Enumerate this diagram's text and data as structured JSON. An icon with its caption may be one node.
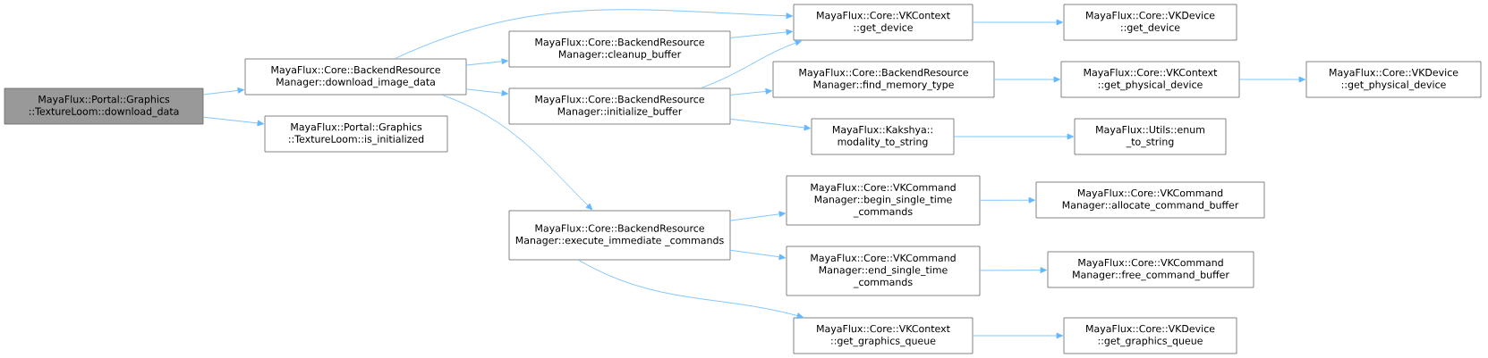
{
  "diagram": {
    "nodes": [
      {
        "text": [
          "MayaFlux::Portal::Graphics ::TextureLoom::download_data"
        ]
      },
      {
        "text": [
          "MayaFlux::Core::BackendResource Manager::download_image_data"
        ]
      },
      {
        "text": [
          "MayaFlux::Portal::Graphics ::TextureLoom::is_initialized"
        ]
      },
      {
        "text": [
          "MayaFlux::Core::BackendResource Manager::cleanup_buffer"
        ]
      },
      {
        "text": [
          "MayaFlux::Core::BackendResource Manager::initialize_buffer"
        ]
      },
      {
        "text": [
          "MayaFlux::Core::BackendResource Manager::execute_immediate _commands"
        ]
      },
      {
        "text": [
          "MayaFlux::Core::VKContext ::get_device"
        ]
      },
      {
        "text": [
          "MayaFlux::Core::BackendResource Manager::find_memory_type"
        ]
      },
      {
        "text": [
          "MayaFlux::Kakshya:: modality_to_string"
        ]
      },
      {
        "text": [
          "MayaFlux::Core::VKCommand Manager::begin_single_time _commands"
        ]
      },
      {
        "text": [
          "MayaFlux::Core::VKCommand Manager::end_single_time _commands"
        ]
      },
      {
        "text": [
          "MayaFlux::Core::VKContext ::get_graphics_queue"
        ]
      },
      {
        "text": [
          "MayaFlux::Core::VKDevice ::get_device"
        ]
      },
      {
        "text": [
          "MayaFlux::Core::VKContext ::get_physical_device"
        ]
      },
      {
        "text": [
          "MayaFlux::Utils::enum _to_string"
        ]
      },
      {
        "text": [
          "MayaFlux::Core::VKCommand Manager::allocate_command_buffer"
        ]
      },
      {
        "text": [
          "MayaFlux::Core::VKCommand Manager::free_command_buffer"
        ]
      },
      {
        "text": [
          "MayaFlux::Core::VKDevice ::get_graphics_queue"
        ]
      },
      {
        "text": [
          "MayaFlux::Core::VKDevice ::get_physical_device"
        ]
      }
    ],
    "edges": [
      {
        "from": 0,
        "to": 1,
        "arrow": "to"
      },
      {
        "from": 0,
        "to": 2,
        "arrow": "to"
      },
      {
        "from": 1,
        "to": 6,
        "arrow": "to"
      },
      {
        "from": 1,
        "to": 3,
        "arrow": "to"
      },
      {
        "from": 1,
        "to": 4,
        "arrow": "to"
      },
      {
        "from": 1,
        "to": 5,
        "arrow": "to"
      },
      {
        "from": 3,
        "to": 6,
        "arrow": "to"
      },
      {
        "from": 4,
        "to": 6,
        "arrow": "to"
      },
      {
        "from": 4,
        "to": 7,
        "arrow": "to"
      },
      {
        "from": 4,
        "to": 8,
        "arrow": "to"
      },
      {
        "from": 5,
        "to": 9,
        "arrow": "to"
      },
      {
        "from": 5,
        "to": 10,
        "arrow": "to"
      },
      {
        "from": 5,
        "to": 11,
        "arrow": "to"
      },
      {
        "from": 6,
        "to": 12,
        "arrow": "to"
      },
      {
        "from": 7,
        "to": 13,
        "arrow": "to"
      },
      {
        "from": 13,
        "to": 18,
        "arrow": "to"
      },
      {
        "from": 8,
        "to": 14,
        "arrow": "to"
      },
      {
        "from": 9,
        "to": 15,
        "arrow": "to"
      },
      {
        "from": 10,
        "to": 16,
        "arrow": "to"
      },
      {
        "from": 11,
        "to": 17,
        "arrow": "to"
      }
    ]
  }
}
